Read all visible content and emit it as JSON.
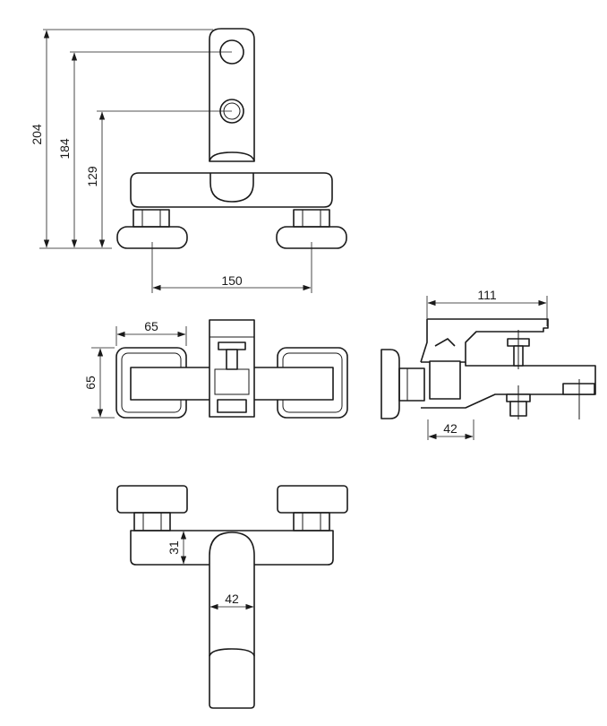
{
  "dimensions": {
    "height_total": "204",
    "height_upper_outlet": "184",
    "height_lower_outlet": "129",
    "center_distance": "150",
    "top_view_width": "65",
    "top_view_depth": "65",
    "side_projection": "111",
    "side_depth": "42",
    "bottom_body_height": "31",
    "bottom_handle_width": "42"
  }
}
